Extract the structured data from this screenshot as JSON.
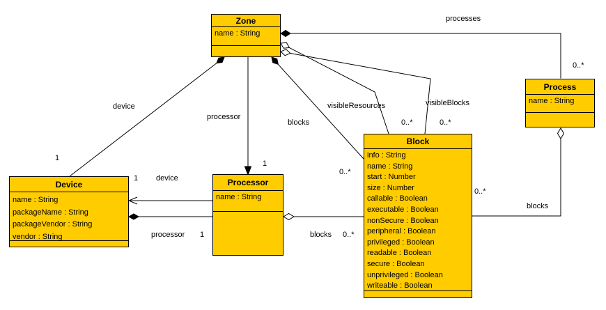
{
  "colors": {
    "class_fill": "#FFCC00",
    "class_border": "#000000",
    "line": "#000000",
    "background": "#FFFFFF"
  },
  "classes": {
    "zone": {
      "name": "Zone",
      "attributes": [
        "name : String"
      ]
    },
    "device": {
      "name": "Device",
      "attributes": [
        "name : String",
        "packageName : String",
        "packageVendor : String",
        "vendor : String"
      ]
    },
    "processor": {
      "name": "Processor",
      "attributes": [
        "name : String"
      ]
    },
    "block": {
      "name": "Block",
      "attributes": [
        "info : String",
        "name : String",
        "start : Number",
        "size : Number",
        "callable : Boolean",
        "executable : Boolean",
        "nonSecure : Boolean",
        "peripheral : Boolean",
        "privileged : Boolean",
        "readable : Boolean",
        "secure : Boolean",
        "unprivileged : Boolean",
        "writeable : Boolean"
      ]
    },
    "process": {
      "name": "Process",
      "attributes": [
        "name : String"
      ]
    }
  },
  "edge_labels": {
    "processes_role": "processes",
    "processes_mult": "0..*",
    "zone_device_role": "device",
    "zone_device_mult": "1",
    "zone_processor_role": "processor",
    "zone_processor_mult": "1",
    "zone_blocks_role": "blocks",
    "zone_blocks_mult": "0..*",
    "visible_resources_role": "visibleResources",
    "visible_resources_mult": "0..*",
    "visible_blocks_role": "visibleBlocks",
    "visible_blocks_mult": "0..*",
    "processor_device_role": "device",
    "processor_device_mult": "1",
    "device_processor_role": "processor",
    "device_processor_mult": "1",
    "processor_blocks_role": "blocks",
    "processor_blocks_mult": "0..*",
    "process_blocks_role": "blocks",
    "process_blocks_mult": "0..*"
  }
}
